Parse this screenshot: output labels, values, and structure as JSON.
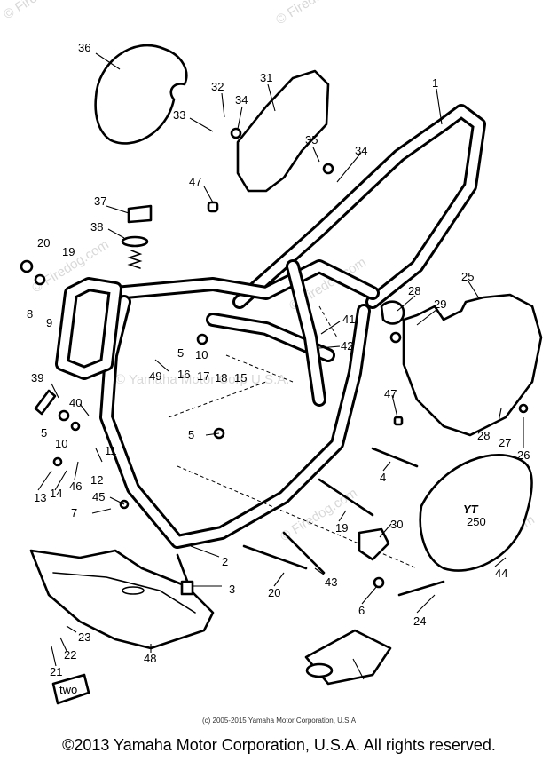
{
  "watermark_text": "© Firedog.com",
  "center_watermark": "© Yamaha Motor Corp U.S.A.",
  "decal_text_top": "YT",
  "decal_text_bottom": "250",
  "skid_mark": "two",
  "inner_copyright": "(c) 2005-2015 Yamaha Motor Corporation, U.S.A",
  "footer_copyright": "©2013 Yamaha Motor Corporation, U.S.A. All rights reserved.",
  "callouts": [
    "36",
    "32",
    "34",
    "31",
    "1",
    "33",
    "35",
    "34",
    "47",
    "37",
    "38",
    "20",
    "19",
    "8",
    "9",
    "28",
    "25",
    "29",
    "41",
    "42",
    "5",
    "10",
    "49",
    "16",
    "17",
    "18",
    "15",
    "39",
    "40",
    "5",
    "10",
    "47",
    "28",
    "27",
    "26",
    "5",
    "11",
    "12",
    "13",
    "14",
    "46",
    "45",
    "7",
    "4",
    "19",
    "30",
    "44",
    "2",
    "43",
    "3",
    "20",
    "6",
    "24",
    "23",
    "22",
    "21",
    "48"
  ],
  "colors": {
    "line": "#000000",
    "watermark": "#b9b9b9",
    "background": "#ffffff"
  }
}
